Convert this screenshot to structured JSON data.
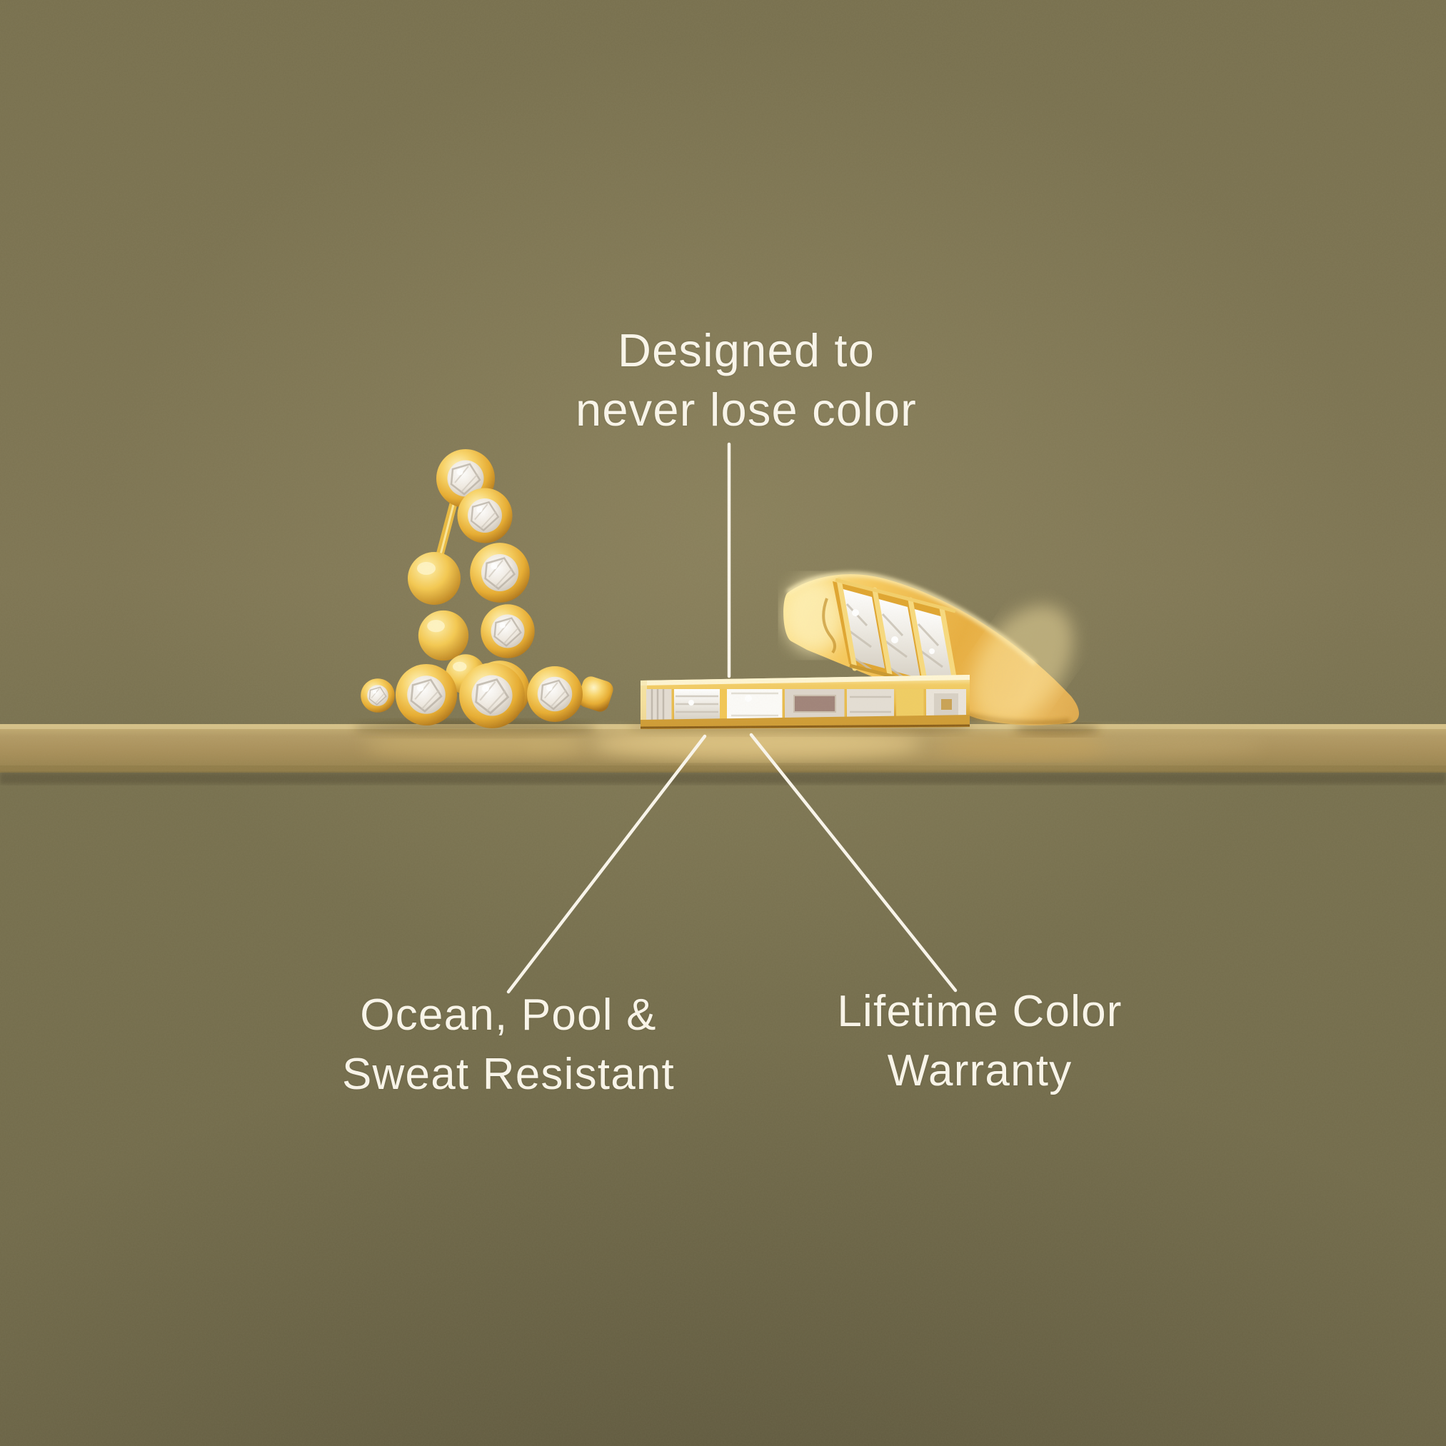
{
  "annotations": {
    "top": {
      "lines": [
        "Designed to",
        "never lose color"
      ]
    },
    "bottom_left": {
      "lines": [
        "Ocean, Pool &",
        "Sweat Resistant"
      ]
    },
    "bottom_right": {
      "lines": [
        "Lifetime Color",
        "Warranty"
      ]
    }
  },
  "scene": {
    "colors": {
      "background_olive": "#7b7252",
      "shelf_gold": "#ab9260",
      "jewelry_gold": "#f0c455",
      "crystal_stone": "#efe9e0",
      "smoky_stone": "#a08379",
      "text": "#f8f4e8",
      "callout_line": "#faf6ec"
    },
    "objects": [
      "crystal-bezel-hoop-earrings",
      "baguette-eternity-band",
      "triple-princess-gold-ring",
      "gold-shelf"
    ]
  }
}
